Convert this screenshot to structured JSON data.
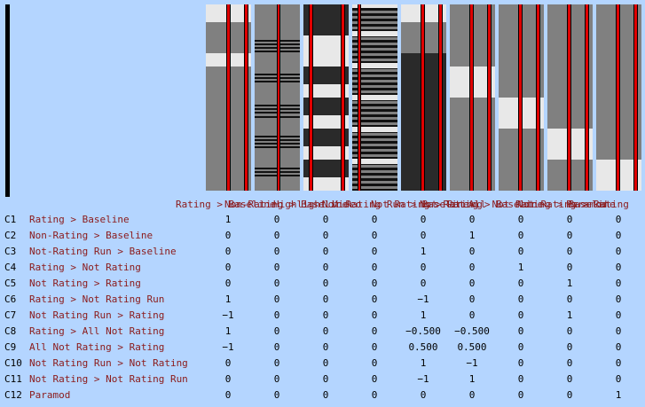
{
  "columns": [
    "Rating > Baseline",
    "Non-Rating > Baseline",
    "Highlight Video",
    "Not Rating Run > Baseline",
    "Not Rating > Rating",
    "Not Rating > Baseline",
    "All Not Rating > Baseline",
    "Not Rating > Rating",
    "Paramod"
  ],
  "rows": [
    {
      "id": "C1",
      "label": "Rating > Baseline",
      "values": [
        "1",
        "0",
        "0",
        "0",
        "0",
        "0",
        "0",
        "0",
        "0"
      ]
    },
    {
      "id": "C2",
      "label": "Non-Rating > Baseline",
      "values": [
        "0",
        "0",
        "0",
        "0",
        "0",
        "1",
        "0",
        "0",
        "0"
      ]
    },
    {
      "id": "C3",
      "label": "Not-Rating Run > Baseline",
      "values": [
        "0",
        "0",
        "0",
        "0",
        "1",
        "0",
        "0",
        "0",
        "0"
      ]
    },
    {
      "id": "C4",
      "label": "Rating > Not Rating",
      "values": [
        "0",
        "0",
        "0",
        "0",
        "0",
        "0",
        "1",
        "0",
        "0"
      ]
    },
    {
      "id": "C5",
      "label": "Not Rating > Rating",
      "values": [
        "0",
        "0",
        "0",
        "0",
        "0",
        "0",
        "0",
        "1",
        "0"
      ]
    },
    {
      "id": "C6",
      "label": "Rating > Not Rating Run",
      "values": [
        "1",
        "0",
        "0",
        "0",
        "−1",
        "0",
        "0",
        "0",
        "0"
      ]
    },
    {
      "id": "C7",
      "label": "Not Rating Run > Rating",
      "values": [
        "−1",
        "0",
        "0",
        "0",
        "1",
        "0",
        "0",
        "1",
        "0"
      ]
    },
    {
      "id": "C8",
      "label": "Rating > All Not Rating",
      "values": [
        "1",
        "0",
        "0",
        "0",
        "−0.500",
        "−0.500",
        "0",
        "0",
        "0"
      ]
    },
    {
      "id": "C9",
      "label": "All Not Rating > Rating",
      "values": [
        "−1",
        "0",
        "0",
        "0",
        "0.500",
        "0.500",
        "0",
        "0",
        "0"
      ]
    },
    {
      "id": "C10",
      "label": "Not Rating Run > Not Rating",
      "values": [
        "0",
        "0",
        "0",
        "0",
        "1",
        "−1",
        "0",
        "0",
        "0"
      ]
    },
    {
      "id": "C11",
      "label": "Not Rating > Not Rating Run",
      "values": [
        "0",
        "0",
        "0",
        "0",
        "−1",
        "1",
        "0",
        "0",
        "0"
      ]
    },
    {
      "id": "C12",
      "label": "Paramod",
      "values": [
        "0",
        "0",
        "0",
        "0",
        "0",
        "0",
        "0",
        "0",
        "1"
      ]
    }
  ],
  "colors": {
    "background": "#b4d5ff",
    "column_fill": "#808080",
    "block_light": "#e8e8e8",
    "block_dark": "#2a2a2a",
    "regressor_line": "#e00000",
    "label_text": "#8b1a1a"
  }
}
